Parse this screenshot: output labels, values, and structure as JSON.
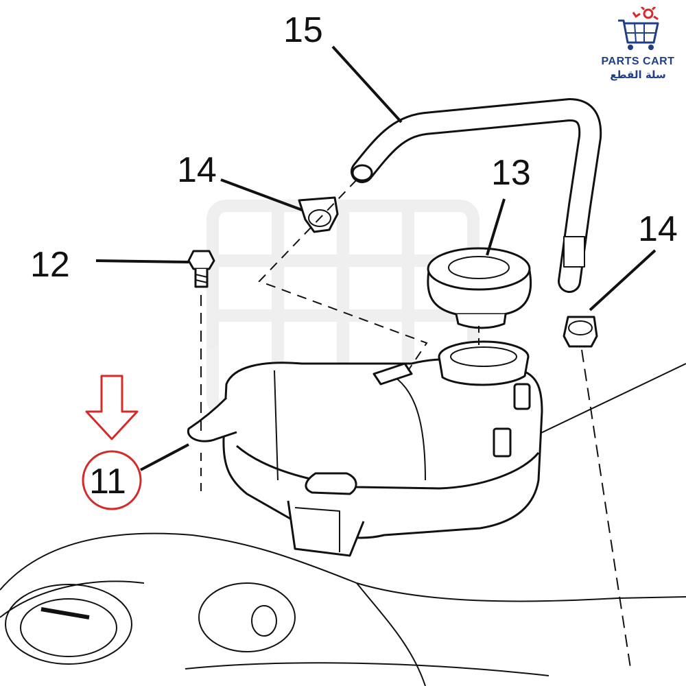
{
  "diagram": {
    "callouts": {
      "hose": "15",
      "clamp_left": "14",
      "clamp_right": "14",
      "cap": "13",
      "bolt": "12",
      "reservoir": "11"
    },
    "highlight_color": "#d42a2a",
    "line_color": "#111111"
  },
  "brand": {
    "name_en": "PARTS CART",
    "name_ar": "سلة القطع",
    "color": "#1f3f86",
    "accent_color": "#d42a2a",
    "icon": "shopping-cart-gear-icon"
  }
}
